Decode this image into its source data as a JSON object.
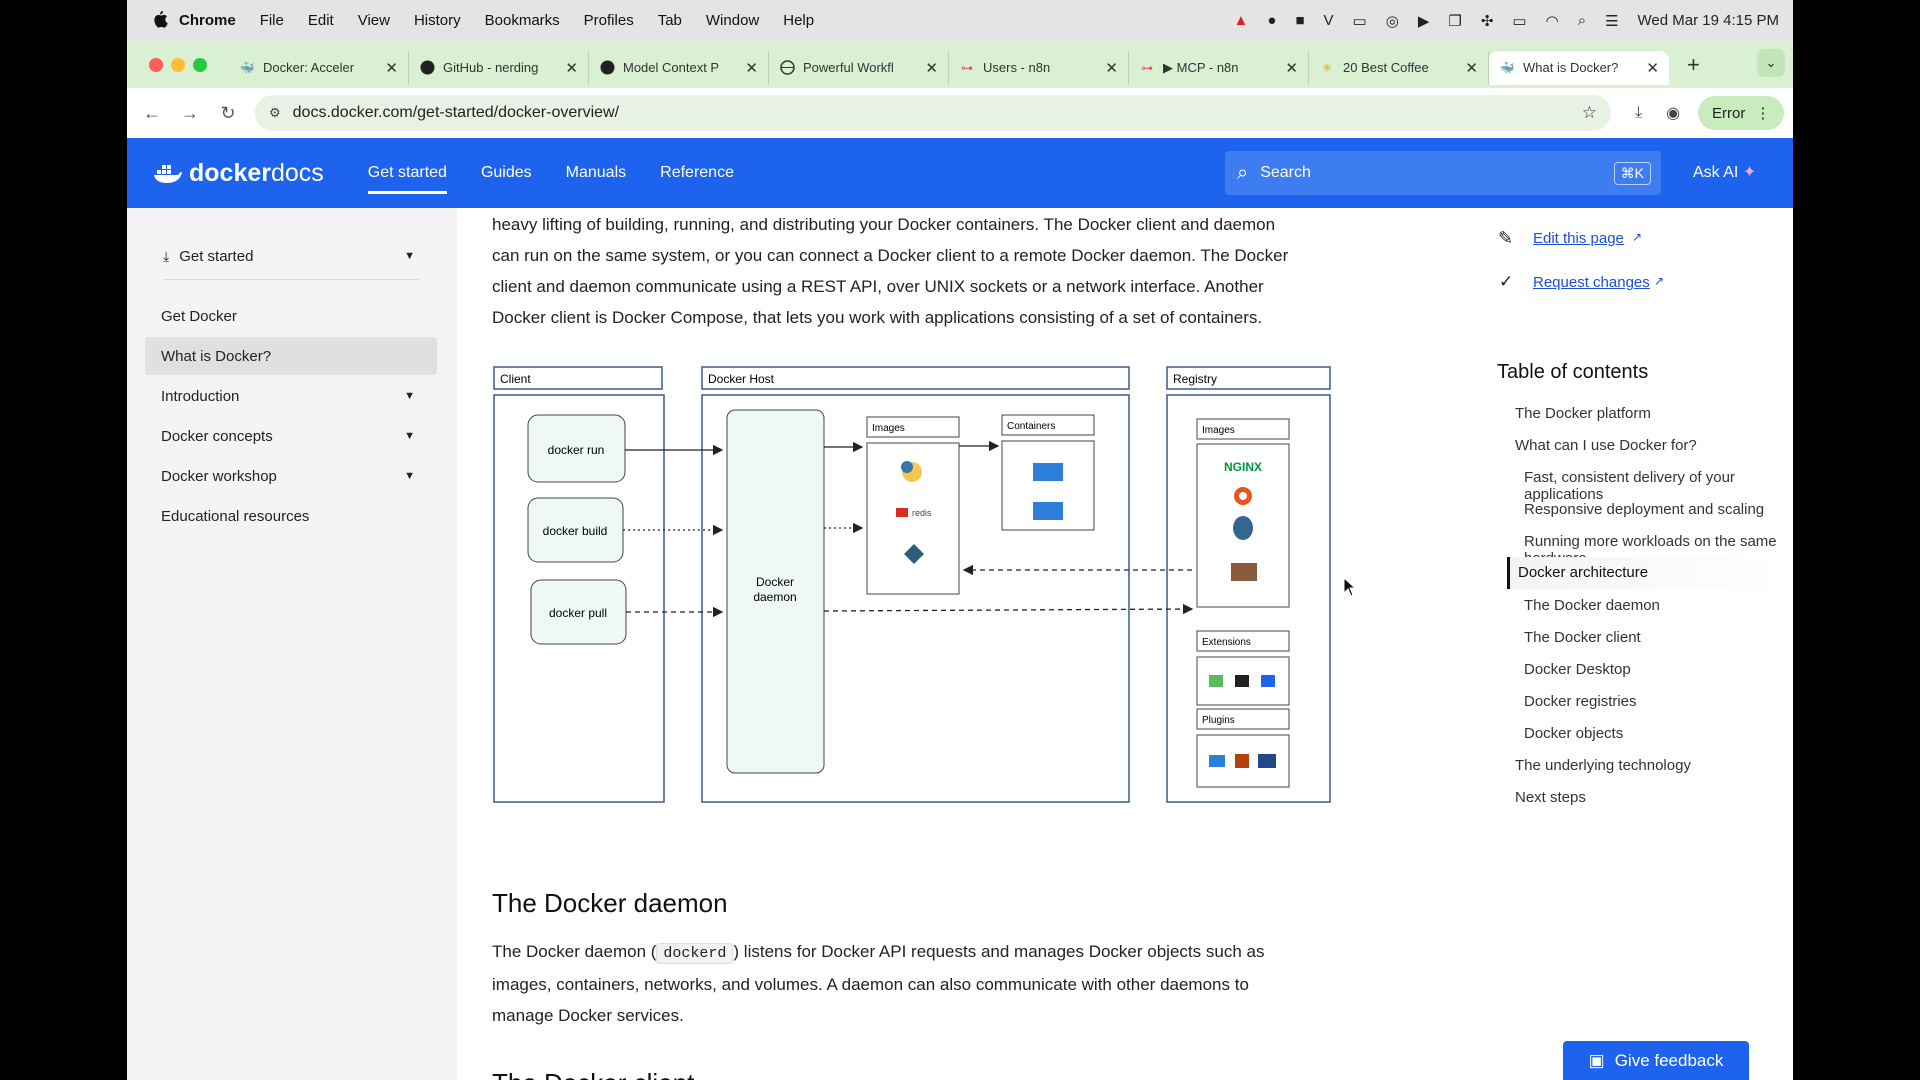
{
  "menubar": {
    "app": "Chrome",
    "items": [
      "File",
      "Edit",
      "View",
      "History",
      "Bookmarks",
      "Profiles",
      "Tab",
      "Window",
      "Help"
    ],
    "datetime": "Wed Mar 19  4:15 PM"
  },
  "tabs": [
    {
      "title": "Docker: Acceler",
      "icon": "docker-icon"
    },
    {
      "title": "GitHub - nerding",
      "icon": "github-icon"
    },
    {
      "title": "Model Context P",
      "icon": "github-icon"
    },
    {
      "title": "Powerful Workfl",
      "icon": "globe-icon"
    },
    {
      "title": "Users - n8n",
      "icon": "n8n-icon"
    },
    {
      "title": "▶ MCP - n8n",
      "icon": "n8n-icon"
    },
    {
      "title": "20 Best Coffee",
      "icon": "sun-icon"
    },
    {
      "title": "What is Docker?",
      "icon": "docker-icon",
      "active": true
    }
  ],
  "toolbar": {
    "url": "docs.docker.com/get-started/docker-overview/",
    "error_label": "Error"
  },
  "header": {
    "logo_docker": "docker",
    "logo_docs": "docs",
    "nav": [
      "Get started",
      "Guides",
      "Manuals",
      "Reference"
    ],
    "search_placeholder": "Search",
    "search_shortcut": "⌘K",
    "ask_ai": "Ask AI"
  },
  "sidebar": {
    "section": "Get started",
    "items": [
      {
        "label": "Get Docker",
        "expandable": false
      },
      {
        "label": "What is Docker?",
        "expandable": false,
        "selected": true
      },
      {
        "label": "Introduction",
        "expandable": true
      },
      {
        "label": "Docker concepts",
        "expandable": true
      },
      {
        "label": "Docker workshop",
        "expandable": true
      },
      {
        "label": "Educational resources",
        "expandable": false
      }
    ]
  },
  "content": {
    "intro_lines": [
      "heavy lifting of building, running, and distributing your Docker containers. The Docker client and daemon",
      "can run on the same system, or you can connect a Docker client to a remote Docker daemon. The Docker",
      "client and daemon communicate using a REST API, over UNIX sockets or a network interface. Another",
      "Docker client is Docker Compose, that lets you work with applications consisting of a set of containers."
    ],
    "diagram": {
      "client_label": "Client",
      "host_label": "Docker Host",
      "registry_label": "Registry",
      "commands": [
        "docker run",
        "docker build",
        "docker pull"
      ],
      "daemon_line1": "Docker",
      "daemon_line2": "daemon",
      "images_label": "Images",
      "containers_label": "Containers",
      "redis_label": "redis",
      "registry_images_label": "Images",
      "nginx_label": "NGINX",
      "extensions_label": "Extensions",
      "plugins_label": "Plugins"
    },
    "daemon_heading": "The Docker daemon",
    "daemon_text_1": "The Docker daemon (",
    "daemon_code": "dockerd",
    "daemon_text_2": ") listens for Docker API requests and manages Docker objects such as",
    "daemon_line2": "images, containers, networks, and volumes. A daemon can also communicate with other daemons to",
    "daemon_line3": "manage Docker services.",
    "client_heading": "The Docker client"
  },
  "toc": {
    "edit_page": "Edit this page",
    "request_changes": "Request changes",
    "title": "Table of contents",
    "items": [
      {
        "label": "The Docker platform",
        "level": 1
      },
      {
        "label": "What can I use Docker for?",
        "level": 1
      },
      {
        "label": "Fast, consistent delivery of your applications",
        "level": 2
      },
      {
        "label": "Responsive deployment and scaling",
        "level": 2
      },
      {
        "label": "Running more workloads on the same hardware",
        "level": 2
      },
      {
        "label": "Docker architecture",
        "level": 1,
        "active": true
      },
      {
        "label": "The Docker daemon",
        "level": 2
      },
      {
        "label": "The Docker client",
        "level": 2
      },
      {
        "label": "Docker Desktop",
        "level": 2
      },
      {
        "label": "Docker registries",
        "level": 2
      },
      {
        "label": "Docker objects",
        "level": 2
      },
      {
        "label": "The underlying technology",
        "level": 1
      },
      {
        "label": "Next steps",
        "level": 1
      }
    ]
  },
  "feedback_label": "Give feedback",
  "colors": {
    "docker_blue": "#1d63ed",
    "tab_strip": "#d9f0d2",
    "sidebar_bg": "#f4f4f6"
  }
}
